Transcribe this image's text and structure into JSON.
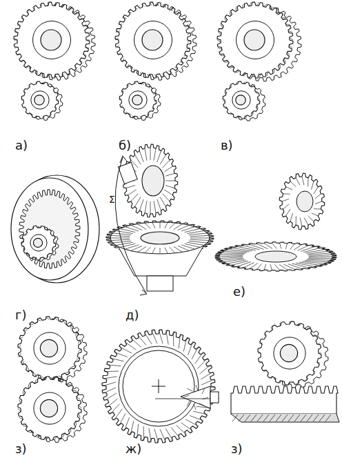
{
  "diagram": {
    "labels": [
      "а)",
      "б)",
      "в)",
      "г)",
      "д)",
      "е)",
      "з)",
      "ж)",
      "з)",
      "Σ"
    ]
  }
}
